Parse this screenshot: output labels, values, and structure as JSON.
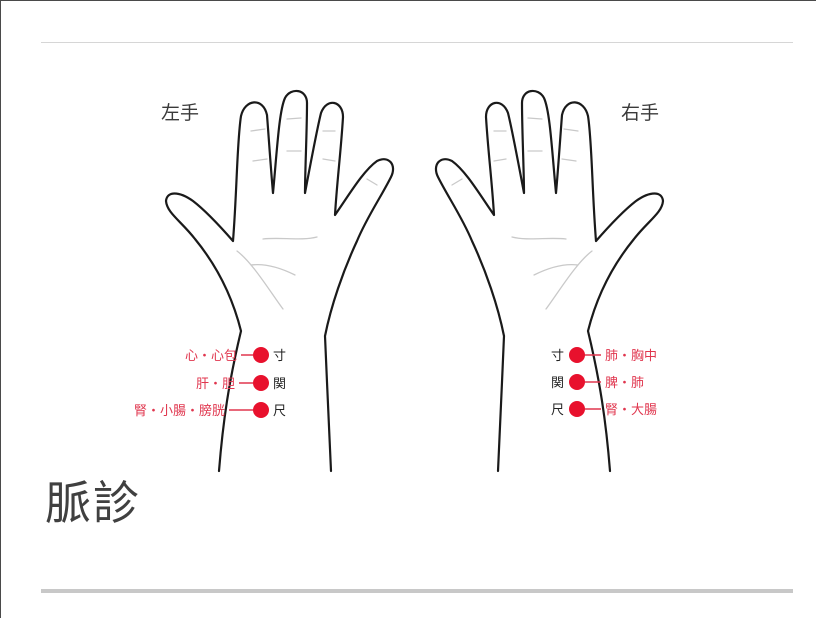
{
  "slide": {
    "title": "脈診"
  },
  "left_hand": {
    "label": "左手",
    "rows": [
      {
        "organs": "心・心包",
        "position": "寸"
      },
      {
        "organs": "肝・胆",
        "position": "関"
      },
      {
        "organs": "腎・小腸・膀胱",
        "position": "尺"
      }
    ]
  },
  "right_hand": {
    "label": "右手",
    "rows": [
      {
        "organs": "肺・胸中",
        "position": "寸"
      },
      {
        "organs": "脾・肺",
        "position": "関"
      },
      {
        "organs": "腎・大腸",
        "position": "尺"
      }
    ]
  },
  "colors": {
    "pulse_point": "#e8112d",
    "organ_text": "#e0364e",
    "outline": "#1a1a1a"
  }
}
